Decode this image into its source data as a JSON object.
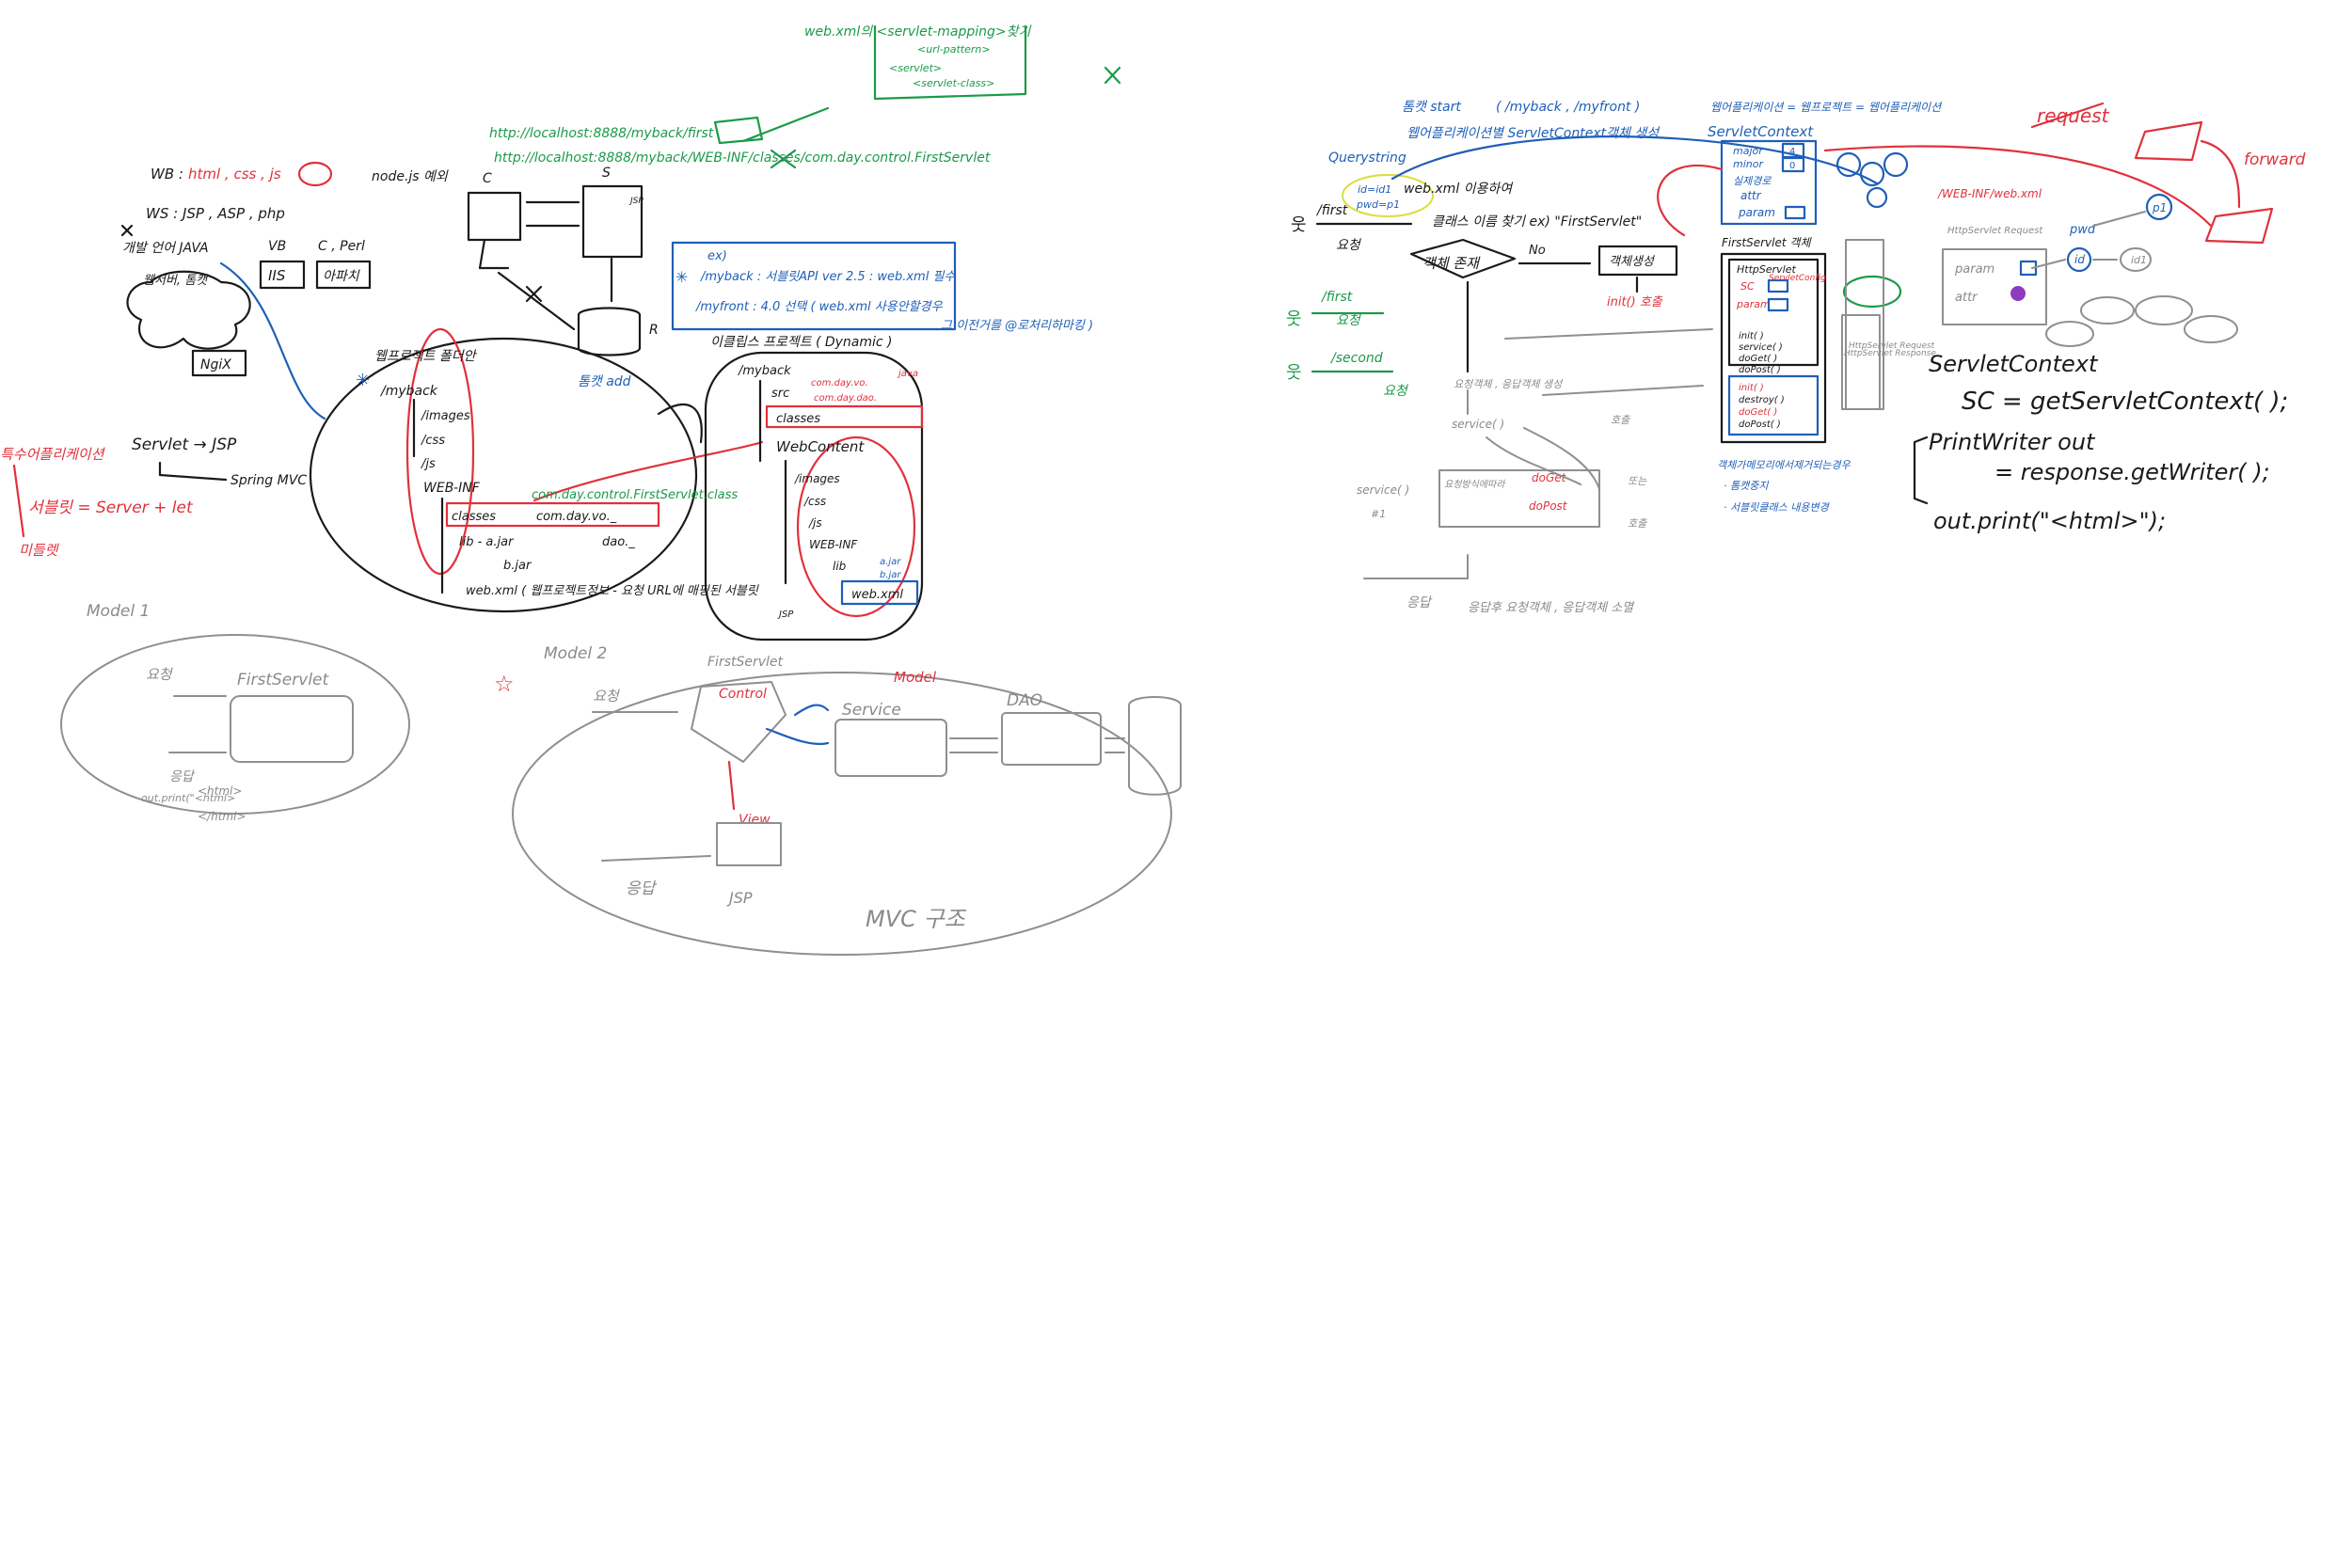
{
  "colors": {
    "ink": "#1a1a1a",
    "gray": "#8a8a8a",
    "red": "#e0313c",
    "green": "#1c9a4a",
    "blue": "#1f5fb8",
    "background": "#ffffff"
  },
  "left_panel": {
    "wb_label": "WB :",
    "wb_value": "html , css , js",
    "ws_label": "WS : JSP , ASP , php",
    "dev_lang": "개발 언어  JAVA",
    "vb": "VB",
    "c_perl": "C , Perl",
    "iis": "IIS",
    "apache": "아파치",
    "wasbox": "웹서버, 톰캣",
    "nginx": "NgiX",
    "nodejs": "node.js 예외",
    "client": "C",
    "server": "S",
    "jsp_small": "JSP",
    "db_r": "R",
    "tomcat_add": "톰캣 add",
    "proj_struct": "웹프로젝트 폴더안",
    "myback": "/myback",
    "images": "/images",
    "css": "/css",
    "js": "/js",
    "webinf": "WEB-INF",
    "classes": "classes",
    "com_day_vo": "com.day.vo._",
    "lib_ajar": "lib - a.jar",
    "dao": "dao._",
    "bjar": "b.jar",
    "webxml": "web.xml ( 웹프로젝트정보 - 요청 URL에 매핑된 서블릿",
    "servlet_jsp": "Servlet  →  JSP",
    "spring_mvc": "Spring MVC",
    "special_app": "특수어플리케이션",
    "servlet_eq": "서블릿  =  Server + let",
    "mini": "미들렛",
    "url1": "http://localhost:8888/myback/first",
    "url2": "http://localhost:8888/myback/WEB-INF/classes/com.day.control.FirstServlet",
    "webxml_note": "web.xml의 <servlet-mapping>찾기",
    "url_pattern": "<url-pattern>",
    "servlet_tag": "<servlet>",
    "servlet_class": "<servlet-class>",
    "ex_label": "ex)",
    "ex_myback": "/myback : 서블릿API ver 2.5 : web.xml 필수",
    "ex_myfront": "/myfront :                4.0    선택 ( web.xml 사용안할경우",
    "annotation_note": "그 이전거를  @로처리하마킹 )",
    "eclipse_proj": "이클립스 프로젝트 ( Dynamic )",
    "src": "src",
    "com_day_vo_java": "com.day.vo.",
    "com_day_dao": "com.day.dao.",
    "java_ext": "java",
    "classes2": "classes",
    "firstservlet_class": "com.day.control.FirstServlet.class",
    "webcontent": "WebContent",
    "images2": "/images",
    "css2": "/css",
    "js2": "/js",
    "webinf2": "WEB-INF",
    "lib2": "lib",
    "ajar2": "a.jar",
    "bjar2": "b.jar",
    "webxml2": "web.xml",
    "jsp2": "JSP",
    "model1": "Model 1",
    "model1_request": "요청",
    "model1_firstservlet": "FirstServlet",
    "model1_response": "응답",
    "model1_html": "<html>",
    "model1_out": "out.print(\"<html>",
    "model1_html_close": "</html>",
    "model2": "Model 2",
    "m2_request": "요청",
    "m2_firstservlet": "FirstServlet",
    "m2_control": "Control",
    "m2_model": "Model",
    "m2_service": "Service",
    "m2_dao": "DAO",
    "m2_view": "View",
    "m2_response": "응답",
    "m2_jsp": "JSP",
    "mvc": "MVC 구조"
  },
  "right_panel": {
    "tomcat_start": "톰캣 start",
    "paths": "( /myback , /myfront )",
    "webapp_note": "웹어플리케이션 = 웹프로젝트 = 웹어플리케이션",
    "querystring": "Querystring",
    "qs_id": "id=id1",
    "qs_pwd": "pwd=p1",
    "sc_created": "웹어플리케이션별  ServletContext객체 생성",
    "sc_title": "ServletContext",
    "major": "major",
    "minor": "minor",
    "major_val": "4",
    "minor_val": "0",
    "real_path": "실제경로",
    "attr": "attr",
    "param": "param",
    "first_request": "/first",
    "request_label": "요청",
    "webxml_use": "web.xml 이용하여",
    "class_find": "클래스 이름 찾기 ex) \"FirstServlet\"",
    "obj_exists": "객체 존재",
    "no": "No",
    "obj_create": "객체생성",
    "init_call": "init() 호출",
    "first_req2": "/first",
    "req2": "요청",
    "second_req": "/second",
    "req3": "요청",
    "req_obj": "요청객체 , 응답객체 생성",
    "service_call": "service( )",
    "call": "호출",
    "service_label": "service( )",
    "service_h": "#1",
    "req_method": "요청방식에따라",
    "doget": "doGet",
    "dopost": "doPost",
    "or": "또는",
    "call2": "호출",
    "response": "응답",
    "after_resp": "응답후  요청객체 , 응답객체 소멸",
    "fs_obj": "FirstServlet 객체",
    "httpservlet": "HttpServlet",
    "sc_field": "SC",
    "param_field": "param",
    "servletconfig": "ServletConfig",
    "init_m": "init( )",
    "service_m": "service( )",
    "doget_m": "doGet( )",
    "dopost_m": "doPost( )",
    "init2": "init( )",
    "destroy": "destroy( )",
    "doget2": "doGet( )",
    "dopost2": "doPost( )",
    "gc_note": "객체가메모리에서제거되는경우",
    "bullet1": "· 톰캣중지",
    "bullet2": "· 서블릿클래스 내용변경",
    "http_req": "HttpServlet Request",
    "req_param": "param",
    "req_attr": "attr",
    "http_resp": "HttpServlet Response",
    "hs_request": "HttpServlet Request",
    "request_word": "request",
    "forward": "forward",
    "pwd": "pwd",
    "p1": "p1",
    "id": "id",
    "id1": "id1",
    "sc_code_title": "ServletContext",
    "sc_code": "SC = getServletContext( );",
    "pw_code": "PrintWriter out",
    "pw_code2": "= response.getWriter( );",
    "out_code": "out.print(\"<html>\");",
    "webinf_green": "/WEB-INF/web.xml"
  }
}
